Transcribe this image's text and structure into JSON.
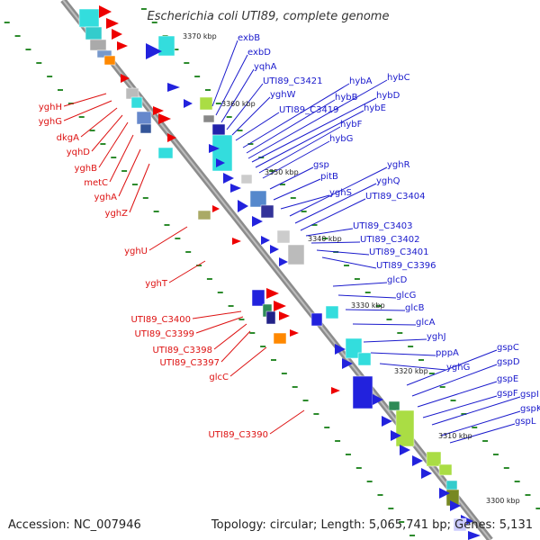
{
  "title": "Escherichia coli UTI89, complete genome",
  "footer": {
    "accession": "Accession: NC_007946",
    "info": "Topology: circular; Length: 5,065,741 bp; Genes: 5,131"
  },
  "colors": {
    "background": "#ffffff",
    "backbone": "#8c8c8c",
    "tick": "#2e8b2e",
    "left_label": "#dd1111",
    "right_label": "#1a1acc",
    "leader_left": "#dd1111",
    "leader_right": "#1a1acc"
  },
  "kbp_labels": [
    "3370 kbp",
    "3360 kbp",
    "3350 kbp",
    "3340 kbp",
    "3330 kbp",
    "3320 kbp",
    "3310 kbp",
    "3300 kbp"
  ],
  "right_labels": [
    "exbB",
    "exbD",
    "yqhA",
    "UTI89_C3421",
    "yghW",
    "UTI89_C3419",
    "hybA",
    "hybB",
    "hybC",
    "hybD",
    "hybE",
    "hybF",
    "hybG",
    "gsp",
    "pitB",
    "yghS",
    "yghR",
    "yghQ",
    "UTI89_C3404",
    "UTI89_C3403",
    "UTI89_C3402",
    "UTI89_C3401",
    "UTI89_C3396",
    "glcD",
    "glcG",
    "glcB",
    "glcA",
    "yghJ",
    "pppA",
    "yghG",
    "gspC",
    "gspD",
    "gspE",
    "gspF",
    "gspI",
    "gspK",
    "gspL"
  ],
  "left_labels": [
    "yghH",
    "yghG",
    "dkgA",
    "yqhD",
    "yghB",
    "metC",
    "yghA",
    "yghZ",
    "yghU",
    "yghT",
    "UTI89_C3400",
    "UTI89_C3399",
    "UTI89_C3398",
    "UTI89_C3397",
    "glcC",
    "UTI89_C3390"
  ]
}
